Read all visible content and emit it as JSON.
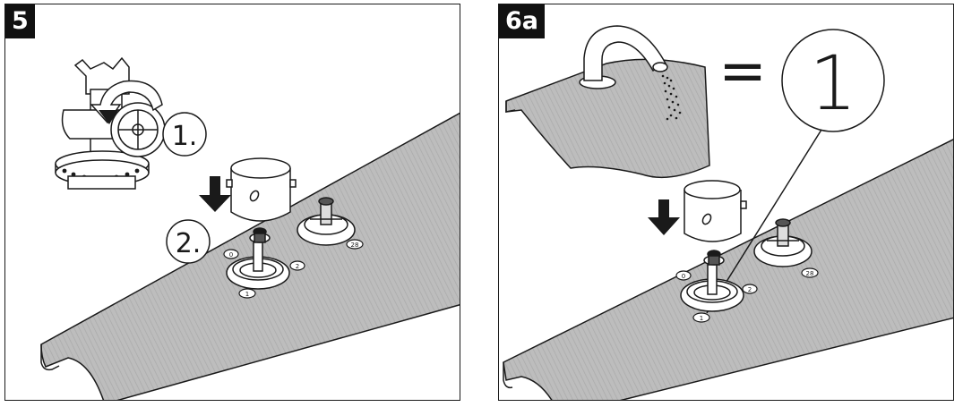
{
  "panels": [
    {
      "step": "5",
      "callouts": [
        "1.",
        "2."
      ],
      "port_labels": [
        "1",
        "2",
        "0",
        "28"
      ]
    },
    {
      "step": "6a",
      "equals": "=",
      "flow_number": "1",
      "port_labels": [
        "1",
        "2",
        "0",
        "28"
      ]
    }
  ],
  "colors": {
    "line": "#1a1a1a",
    "rail_fill": "#bdbdbd",
    "rail_stripe": "#a9a9a9",
    "tag_bg": "#111111",
    "tag_text": "#ffffff"
  }
}
